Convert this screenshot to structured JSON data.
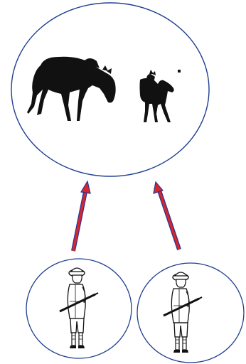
{
  "diagram": {
    "top_circle": {
      "subjects": [
        "adult-moose-silhouette",
        "moose-calf-silhouette"
      ]
    },
    "arrows": {
      "count": 2,
      "direction": "up",
      "fill_color": "#d7262e",
      "outline_color": "#283593"
    },
    "bottom_circles": {
      "count": 2,
      "subject": "hunter-with-rifle-drawing"
    },
    "colors": {
      "circle_stroke": "#1f3f8f",
      "silhouette": "#111111",
      "background": "#ffffff"
    }
  }
}
